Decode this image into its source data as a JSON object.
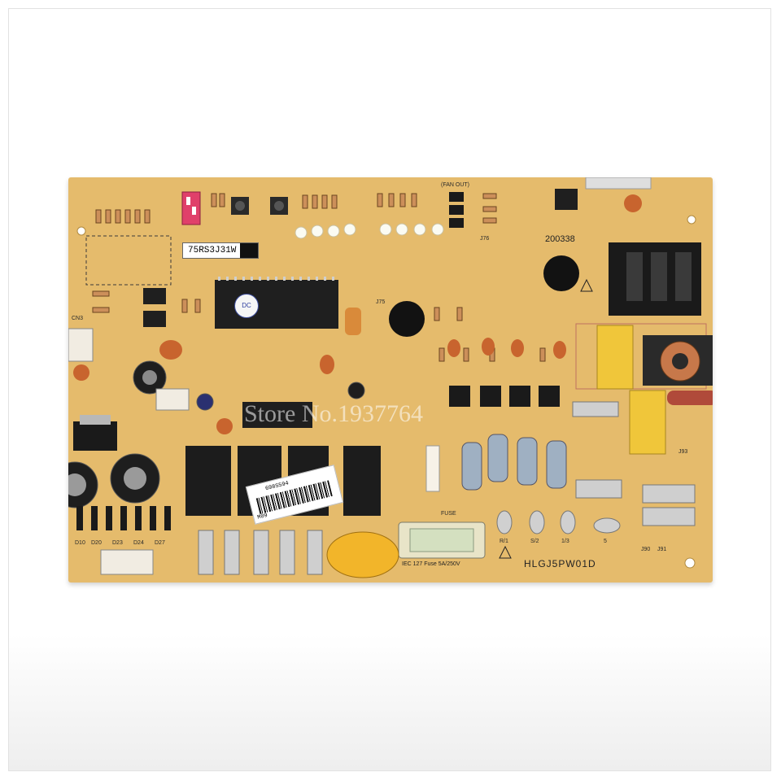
{
  "board": {
    "model_label": "75RS3J31W",
    "board_id": "HLGJ5PW01D",
    "board_number": "200338",
    "fuse_text": "IEC 127 Fuse 5A/250V",
    "barcode_number": "698S594",
    "barcode_tag": "M09",
    "chip_logo": "DC",
    "silkscreen": {
      "fan_out": "(FAN OUT)",
      "terminals": [
        "R/1",
        "S/2",
        "1/3",
        "5"
      ],
      "connectors": [
        "CN3",
        "D10",
        "D20",
        "D23",
        "D24",
        "D27"
      ],
      "fuse_label": "FUSE",
      "jumpers": [
        "J90",
        "J91",
        "J93",
        "J76",
        "J75"
      ]
    }
  },
  "watermark": "Store No.1937764",
  "colors": {
    "board": "#e5bb6c",
    "relay": "#1c1c1c",
    "resistor": "#cc8f5a",
    "capacitor_yellow": "#f0c63a",
    "dip_switch": "#e0406a"
  }
}
